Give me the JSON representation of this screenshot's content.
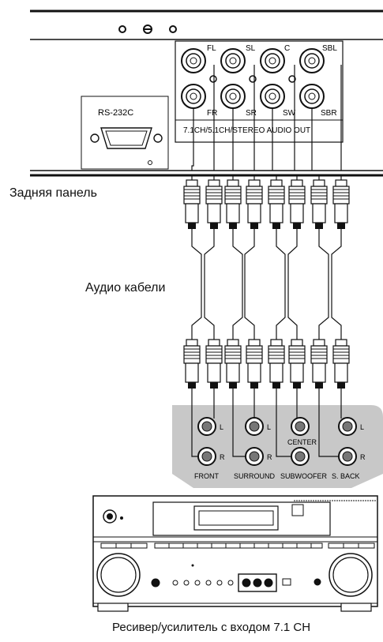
{
  "labels": {
    "rear_panel": "Задняя панель",
    "audio_cables": "Аудио кабели",
    "receiver": "Ресивер/усилитель с входом 7.1 CH"
  },
  "player": {
    "port_label": "RS-232C",
    "audio_out_label": "7.1CH/5.1CH/STEREO AUDIO OUT",
    "jacks_top": [
      "FL",
      "SL",
      "C",
      "SBL"
    ],
    "jacks_bottom": [
      "FR",
      "SR",
      "SW",
      "SBR"
    ]
  },
  "receiver_inputs": {
    "top_marks": [
      "L",
      "L",
      "CENTER",
      "L"
    ],
    "bottom_marks": [
      "R",
      "R",
      "R"
    ],
    "groups": [
      "FRONT",
      "SURROUND",
      "SUBWOOFER",
      "S. BACK"
    ]
  },
  "colors": {
    "line": "#111111",
    "panel_gray": "#c8c8c8"
  }
}
